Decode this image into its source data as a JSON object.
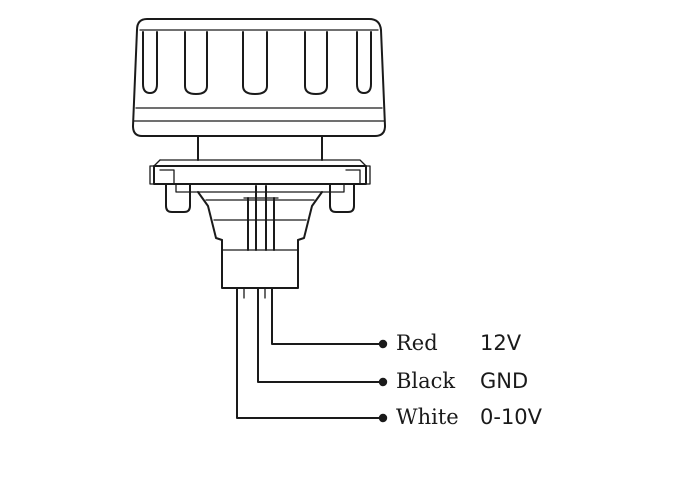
{
  "wires": [
    {
      "color_name": "Red",
      "signal": "12V"
    },
    {
      "color_name": "Black",
      "signal": "GND"
    },
    {
      "color_name": "White",
      "signal": "0-10V"
    }
  ]
}
